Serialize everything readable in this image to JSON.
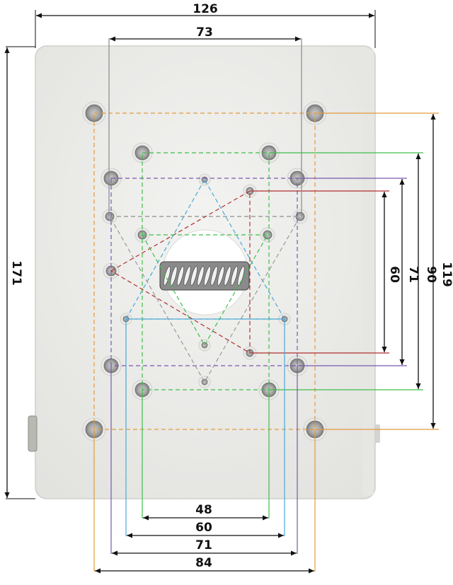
{
  "dimensions": {
    "overall_width": "126",
    "top_inner_width": "73",
    "overall_height": "171",
    "right_heights": [
      "119",
      "90",
      "71",
      "60"
    ],
    "bottom_widths": [
      "48",
      "60",
      "71",
      "84"
    ]
  },
  "colors": {
    "plate": "#ededeb",
    "plate_edge": "#c9c9c6",
    "dimension_line": "#111111",
    "orange": "#e39a3c",
    "green": "#3fbf4a",
    "purple": "#7a58b0",
    "red": "#b03030",
    "blue": "#4aa8d8",
    "gray_dash": "#9a9a9a"
  }
}
